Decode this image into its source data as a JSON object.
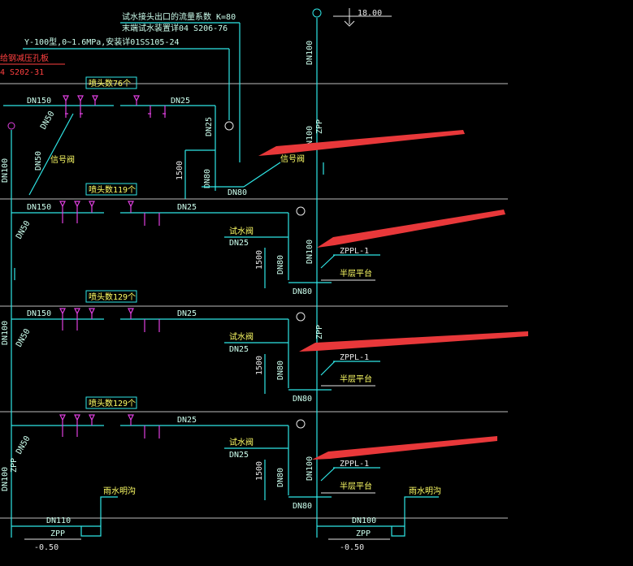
{
  "texts": {
    "top_note1": "试水接头出口的流量系数 K=80",
    "top_note2": "末端试水装置详04 S206-76",
    "top_note3": "Y-100型,0~1.6MPa,安装详01SS105-24",
    "left_red1": "给钢减压孔板",
    "left_red2": "4 S202-31",
    "elev_top": "18.00",
    "elev_bottom_left": "-0.50",
    "elev_bottom_right": "-0.50",
    "dn150": "DN150",
    "dn25": "DN25",
    "dn50": "DN50",
    "dn80": "DN80",
    "dn100": "DN100",
    "dn110": "DN110",
    "zpp": "ZPP",
    "zppl1": "ZPPL-1",
    "sprinkler_1": "喷头数76个",
    "sprinkler_2": "喷头数119个",
    "sprinkler_3": "喷头数129个",
    "sprinkler_4": "喷头数129个",
    "test_valve": "试水阀",
    "half_platform": "半层平台",
    "signal_valve": "信号阀",
    "dim_1500": "1500",
    "rain_ditch": "雨水明沟"
  },
  "colors": {
    "pipe": "#2fe6e6",
    "sprinkler": "#e040e0",
    "label": "#ffff66",
    "arrow": "#e8383a",
    "floor_line": "#bdbdbd"
  }
}
